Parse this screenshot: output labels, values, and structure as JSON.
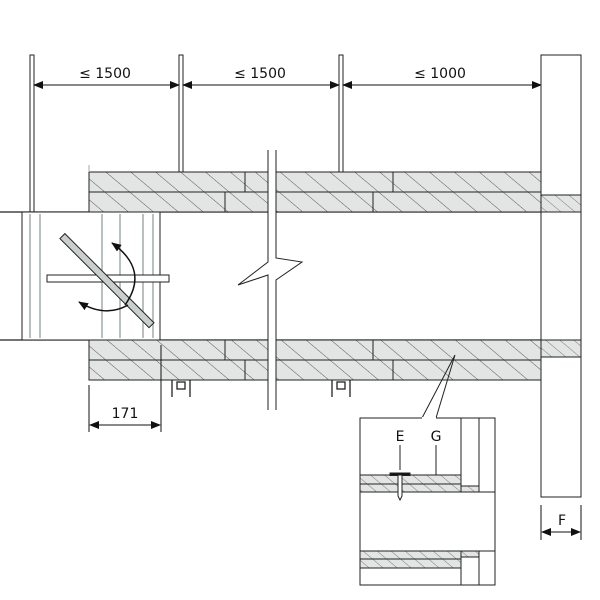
{
  "colors": {
    "line": "#1a1a1a",
    "fill": "#e3e5e4",
    "damper": "#b9c0bd"
  },
  "dimensions": {
    "span_1": "≤ 1500",
    "span_2": "≤ 1500",
    "span_3": "≤ 1000",
    "offset": "171",
    "wall_thickness": "F"
  },
  "detail": {
    "label_e": "E",
    "label_g": "G"
  }
}
